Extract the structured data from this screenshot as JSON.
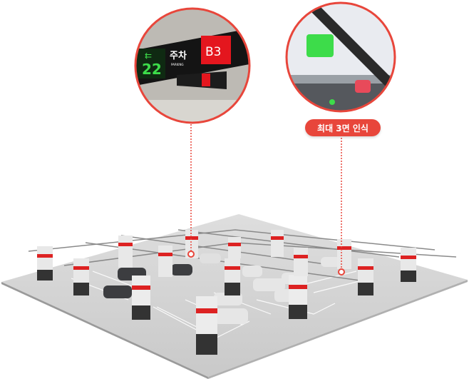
{
  "callout_left": {
    "sign_count": "22",
    "sign_label": "주차",
    "sign_sublabel": "PARKING",
    "floor_label": "B3"
  },
  "callout_right": {
    "badge": "최대 3면 인식"
  },
  "colors": {
    "accent": "#e8463b",
    "green_led": "#3ddc4a",
    "red_led": "#e84a5a",
    "floor": "#d6d6d6"
  }
}
